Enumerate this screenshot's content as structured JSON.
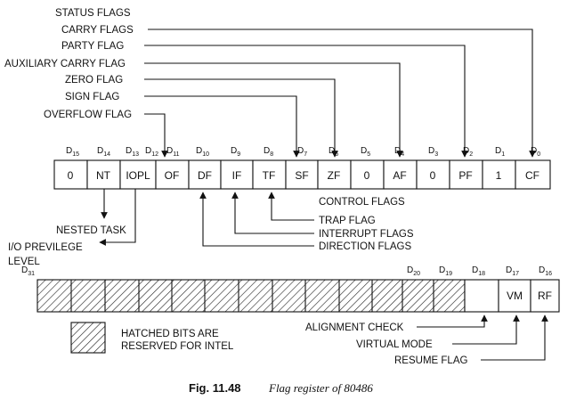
{
  "top_register": {
    "cells": [
      "0",
      "NT",
      "IOPL",
      "OF",
      "DF",
      "IF",
      "TF",
      "SF",
      "ZF",
      "0",
      "AF",
      "0",
      "PF",
      "1",
      "CF"
    ],
    "bit_labels": [
      {
        "base": "D",
        "sub": "15"
      },
      {
        "base": "D",
        "sub": "14"
      },
      {
        "base": "D",
        "sub": "13"
      },
      {
        "base": "D",
        "sub": "12"
      },
      {
        "base": "D",
        "sub": "11"
      },
      {
        "base": "D",
        "sub": "10"
      },
      {
        "base": "D",
        "sub": "9"
      },
      {
        "base": "D",
        "sub": "8"
      },
      {
        "base": "D",
        "sub": "7"
      },
      {
        "base": "D",
        "sub": "6"
      },
      {
        "base": "D",
        "sub": "5"
      },
      {
        "base": "D",
        "sub": "4"
      },
      {
        "base": "D",
        "sub": "3"
      },
      {
        "base": "D",
        "sub": "2"
      },
      {
        "base": "D",
        "sub": "1"
      },
      {
        "base": "D",
        "sub": "0"
      }
    ]
  },
  "status_flags": {
    "heading": "STATUS FLAGS",
    "carry": "CARRY FLAGS",
    "parity": "PARTY FLAG",
    "aux_carry": "AUXILIARY CARRY FLAG",
    "zero": "ZERO FLAG",
    "sign": "SIGN FLAG",
    "overflow": "OVERFLOW FLAG"
  },
  "control_flags": {
    "heading": "CONTROL FLAGS",
    "trap": "TRAP FLAG",
    "interrupt": "INTERRUPT FLAGS",
    "direction": "DIRECTION FLAGS"
  },
  "system_flags": {
    "nested_task": "NESTED TASK",
    "iopl_line1": "I/O PREVILEGE",
    "iopl_line2": "LEVEL"
  },
  "bottom_register": {
    "cells": [
      "",
      "VM",
      "RF"
    ],
    "bit_labels": [
      {
        "base": "D",
        "sub": "31"
      },
      {
        "base": "D",
        "sub": "20"
      },
      {
        "base": "D",
        "sub": "19"
      },
      {
        "base": "D",
        "sub": "18"
      },
      {
        "base": "D",
        "sub": "17"
      },
      {
        "base": "D",
        "sub": "16"
      }
    ],
    "alignment": "ALIGNMENT CHECK",
    "virtual_mode": "VIRTUAL MODE",
    "resume": "RESUME FLAG"
  },
  "legend": {
    "line1": "HATCHED BITS ARE",
    "line2": "RESERVED FOR INTEL"
  },
  "caption": {
    "number": "Fig. 11.48",
    "text": "Flag register of 80486"
  }
}
